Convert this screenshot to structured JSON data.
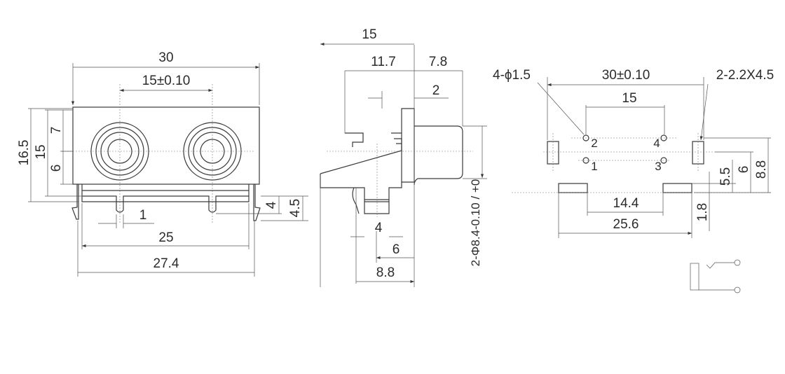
{
  "front_view": {
    "width_overall": "30",
    "jack_spacing": "15±0.10",
    "height_overall": "16.5",
    "height_body": "15",
    "center_upper": "7",
    "center_lower": "6",
    "pin_width": "1",
    "pin_span": "25",
    "clip_span": "27.4",
    "pin_length": "4",
    "clip_length": "4.5"
  },
  "side_view": {
    "depth_overall": "15",
    "depth_body": "11.7",
    "barrel_length": "7.8",
    "flange": "2",
    "barrel_diameter": "2-Φ8.4-0.10 / +0",
    "pin_width": "4",
    "pin_offset": "6",
    "pin_offset_total": "8.8"
  },
  "pcb_layout": {
    "hole_note": "4-ϕ1.5",
    "slot_note": "2-2.2X4.5",
    "slot_spacing": "30±0.10",
    "hole_spacing": "15",
    "hole_labels": [
      "2",
      "4",
      "1",
      "3"
    ],
    "pad_gap": "14.4",
    "pad_span": "25.6",
    "dim_5_5": "5.5",
    "dim_6": "6",
    "dim_8_8": "8.8",
    "dim_1_8": "1.8"
  }
}
